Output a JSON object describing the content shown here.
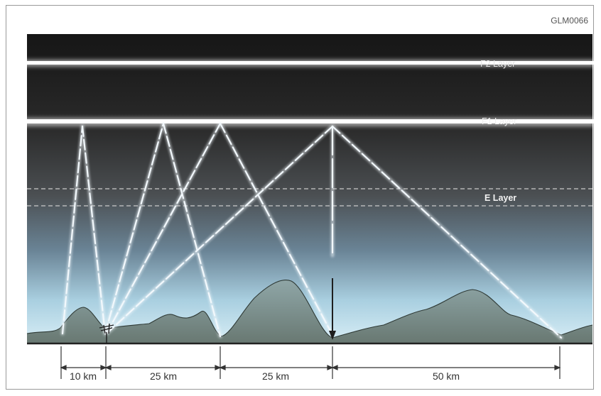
{
  "figure_code": "GLM0066",
  "layers": {
    "f2": "F2 Layer",
    "f1": "F1 Layer",
    "e": "E Layer"
  },
  "distances": [
    "10 km",
    "25 km",
    "25 km",
    "50 km"
  ],
  "colors": {
    "sky_top": "#1b1b1b",
    "sky_mid": "#4a4a4a",
    "sky_low": "#7e9fb6",
    "horizon": "#bfe0ef",
    "ground": "#7c8a82",
    "ray": "#eef6fb",
    "ink": "#333333"
  }
}
